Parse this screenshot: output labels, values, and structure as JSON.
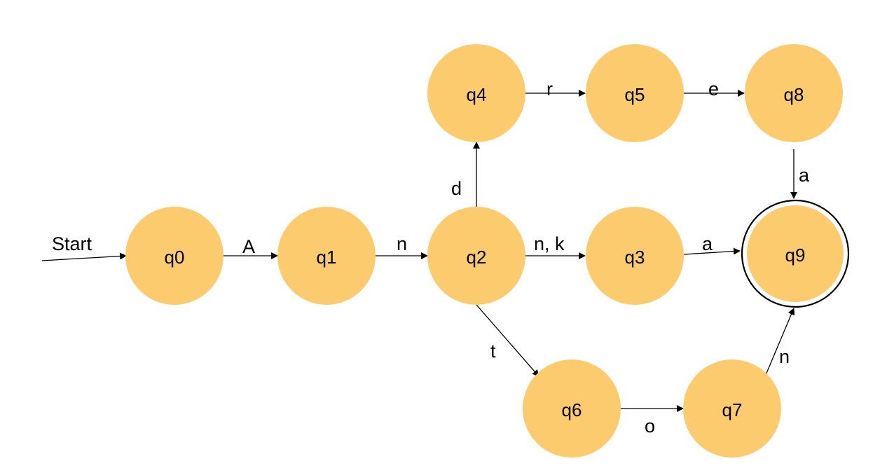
{
  "start_label": "Start",
  "states": {
    "q0": "q0",
    "q1": "q1",
    "q2": "q2",
    "q3": "q3",
    "q4": "q4",
    "q5": "q5",
    "q6": "q6",
    "q7": "q7",
    "q8": "q8",
    "q9": "q9"
  },
  "accepting_state": "q9",
  "transitions": {
    "q0_q1": "A",
    "q1_q2": "n",
    "q2_q3": "n, k",
    "q2_q4": "d",
    "q2_q6": "t",
    "q3_q9": "a",
    "q4_q5": "r",
    "q5_q8": "e",
    "q8_q9": "a",
    "q6_q7": "o",
    "q7_q9": "n"
  },
  "colors": {
    "state_fill": "#FCCB6E",
    "line": "#000000"
  }
}
